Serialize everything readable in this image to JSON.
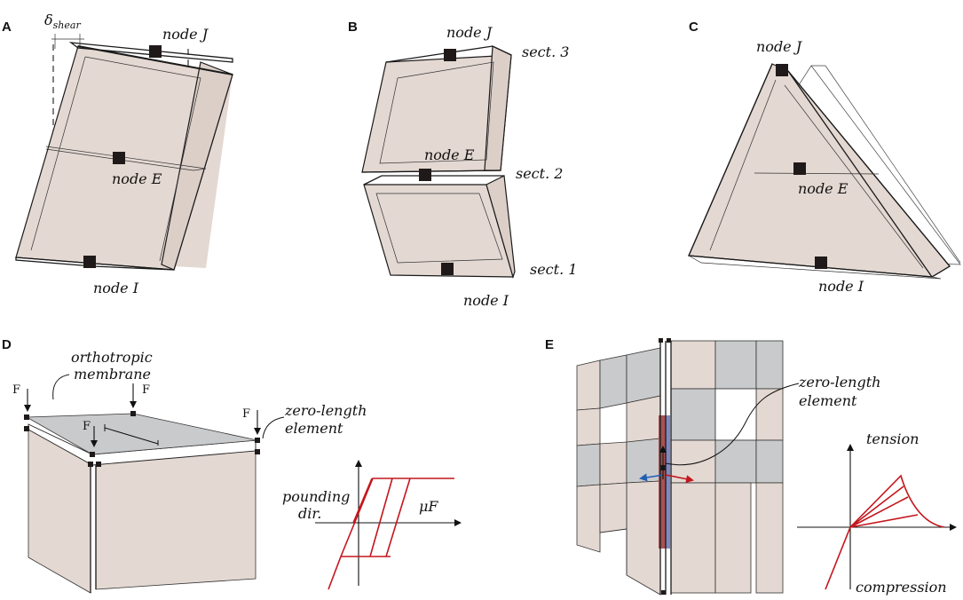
{
  "panels": {
    "a": {
      "letter": "A",
      "delta_symbol": "δ",
      "delta_sub": "shear",
      "node_j": "node J",
      "node_e": "node E",
      "node_i": "node I"
    },
    "b": {
      "letter": "B",
      "node_j": "node J",
      "node_e": "node E",
      "node_i": "node I",
      "sect3": "sect. 3",
      "sect2": "sect. 2",
      "sect1": "sect. 1"
    },
    "c": {
      "letter": "C",
      "node_j": "node J",
      "node_e": "node E",
      "node_i": "node I"
    },
    "d": {
      "letter": "D",
      "membrane_line1": "orthotropic",
      "membrane_line2": "membrane",
      "force": "F",
      "zl_line1": "zero-length",
      "zl_line2": "element",
      "pounding_line1": "pounding",
      "pounding_line2": "dir.",
      "mu_f": "μF"
    },
    "e": {
      "letter": "E",
      "zl_line1": "zero-length",
      "zl_line2": "element",
      "tension": "tension",
      "compression": "compression"
    }
  },
  "colors": {
    "face_fill": "#e4d8d2",
    "grey_panel": "#c9cacc",
    "curve_red": "#c4161c",
    "arrow_blue": "#1f5fb4",
    "strip_red": "#a8524f",
    "strip_blue": "#7e88c2"
  }
}
